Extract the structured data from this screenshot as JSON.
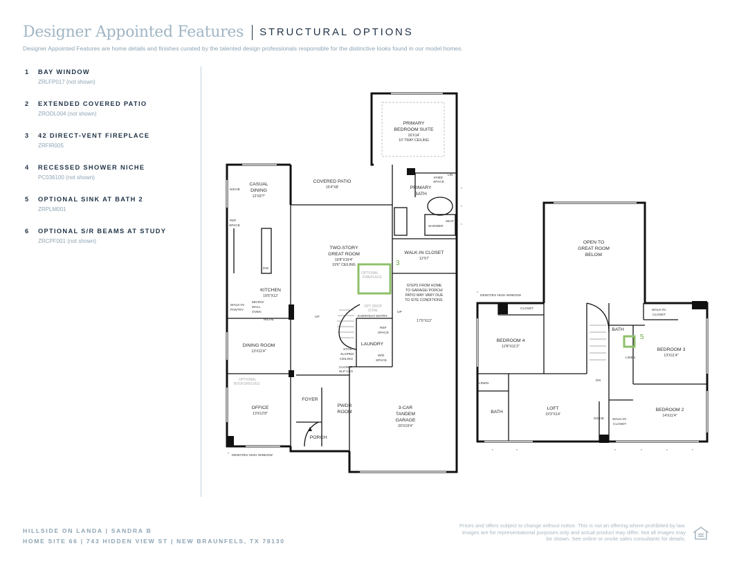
{
  "header": {
    "title": "Designer Appointed Features",
    "subtitle": "STRUCTURAL OPTIONS",
    "intro": "Designer Appointed Features are home details and finishes curated by the talented design professionals responsible for the distinctive looks found in our model homes."
  },
  "options": [
    {
      "num": "1",
      "name": "BAY WINDOW",
      "code": "ZRLFP017 (not shown)"
    },
    {
      "num": "2",
      "name": "EXTENDED COVERED PATIO",
      "code": "ZRODL004 (not shown)"
    },
    {
      "num": "3",
      "name": "42 DIRECT-VENT FIREPLACE",
      "code": "ZRFIR005"
    },
    {
      "num": "4",
      "name": "RECESSED SHOWER NICHE",
      "code": "PC036100 (not shown)"
    },
    {
      "num": "5",
      "name": "OPTIONAL SINK AT BATH 2",
      "code": "ZRPLM001"
    },
    {
      "num": "6",
      "name": "OPTIONAL S/R BEAMS AT STUDY",
      "code": "ZRCPF001 (not shown)"
    }
  ],
  "floor1": {
    "primary_suite": {
      "name": "PRIMARY",
      "name2": "BEDROOM SUITE",
      "dim": "16'X14'",
      "note": "10' TRAY CEILING"
    },
    "covered_patio": {
      "name": "COVERED PATIO",
      "dim": "15'4\"X8'"
    },
    "casual_dining": {
      "name": "CASUAL",
      "name2": "DINING",
      "dim": "12'X9'7\""
    },
    "niche_top": "NICHE",
    "primary_bath": {
      "name": "PRIMARY",
      "name2": "BATH"
    },
    "knee_space": {
      "l1": "KNEE",
      "l2": "SPACE"
    },
    "lin": "LIN",
    "seat": "SEAT",
    "shower": "SHOWER",
    "ref_space": {
      "l1": "REF",
      "l2": "SPACE"
    },
    "great_room": {
      "name": "TWO-STORY",
      "name2": "GREAT ROOM",
      "dim": "19'8\"X19'4\"",
      "note": "19'6\" CEILING"
    },
    "walkin_closet": {
      "name": "WALK-IN CLOSET",
      "dim": "12'X7'"
    },
    "dw": "DW",
    "fireplace": {
      "l1": "OPTIONAL",
      "l2": "FIREPLACE",
      "tag": "3"
    },
    "kitchen": {
      "name": "KITCHEN",
      "dim": "19'5\"X12'"
    },
    "steps_note": [
      "STEPS FROM HOME",
      "TO GARAGE/ PORCH/",
      "PATIO MAY VARY DUE",
      "TO SITE CONDITIONS."
    ],
    "walkin_pantry": {
      "l1": "WALK-IN",
      "l2": "PANTRY"
    },
    "micro": {
      "l1": "MICRO/",
      "l2": "WALL",
      "l3": "OVEN"
    },
    "opt_drop": {
      "l1": "OPT DROP",
      "l2": "ZONE"
    },
    "niche_mid": "NICHE",
    "everyday_entry": "EVERYDAY ENTRY",
    "up1": "UP",
    "up2": "UP",
    "ref_space2": {
      "l1": "REF",
      "l2": "SPACE"
    },
    "garage_dim": "17'6\"X12'",
    "dining_room": {
      "name": "DINING ROOM",
      "dim": "13'X11'4\""
    },
    "laundry": "LAUNDRY",
    "stor": {
      "l1": "STOR",
      "l2": "SLOPED",
      "l3": "CEILING"
    },
    "wd_space": {
      "l1": "W/D",
      "l2": "SPACE"
    },
    "closet_slp": {
      "l1": "CLOSET",
      "l2": "SLP CLG"
    },
    "opt_bookshelves": {
      "l1": "OPTIONAL",
      "l2": "BOOKSHELVES"
    },
    "foyer": "FOYER",
    "office": {
      "name": "OFFICE",
      "dim": "13'X12'8\""
    },
    "pwdr": {
      "l1": "PWDR",
      "l2": "ROOM"
    },
    "garage": {
      "l1": "3-CAR",
      "l2": "TANDEM",
      "l3": "GARAGE",
      "dim": "20'X19'4\""
    },
    "porch": "PORCH",
    "high_window": "DENOTES HIGH WINDOW"
  },
  "floor2": {
    "open_to": {
      "l1": "OPEN TO",
      "l2": "GREAT ROOM",
      "l3": "BELOW"
    },
    "high_window": "DENOTES HIGH WINDOW",
    "closet": "CLOSET",
    "walkin_closet": {
      "l1": "WALK-IN",
      "l2": "CLOSET"
    },
    "bath": "BATH",
    "sink_tag": "5",
    "bedroom4": {
      "name": "BEDROOM 4",
      "dim": "12'8\"X11'2\""
    },
    "bedroom3": {
      "name": "BEDROOM 3",
      "dim": "13'X11'4\""
    },
    "linen_right": "LINEN",
    "linen_left": "LINEN",
    "dn": "DN",
    "bath_left": "BATH",
    "loft": {
      "name": "LOFT",
      "dim": "19'3\"X14'"
    },
    "niche": "NICHE",
    "walkin_closet2": {
      "l1": "WALK-IN",
      "l2": "CLOSET"
    },
    "bedroom2": {
      "name": "BEDROOM 2",
      "dim": "14'X11'4\""
    }
  },
  "footer": {
    "line1": "HILLSIDE ON LANDA  |  SANDRA B",
    "line2": "HOME SITE 66  |  743 HIDDEN VIEW ST  |  NEW BRAUNFELS, TX 78130",
    "disclaimer": "Prices and offers subject to change without notice. This is not an offering where prohibited by law. Images are for representational purposes only and actual product may differ. Not all images may be shown. See online or onsite sales consultants for details."
  },
  "colors": {
    "accent": "#9fb5c4",
    "navy": "#1f3246",
    "option_highlight": "#8fc06a"
  }
}
